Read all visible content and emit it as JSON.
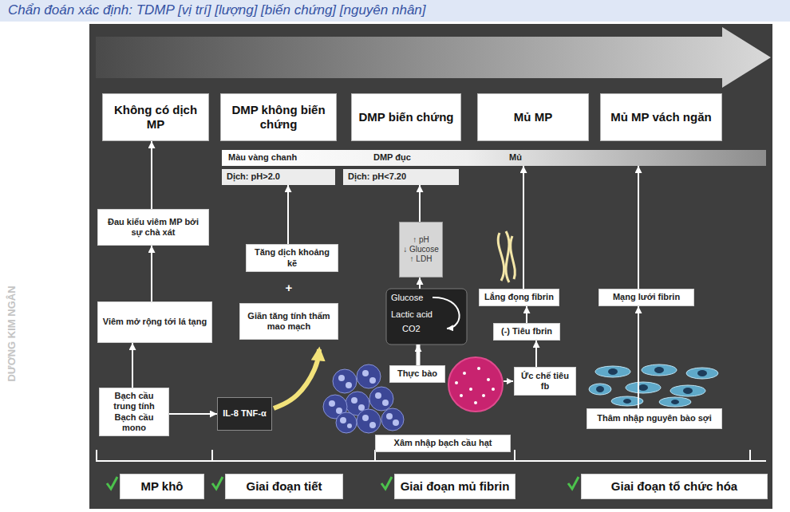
{
  "diagram": {
    "title": "Chẩn đoán xác định: TDMP [vị trí] [lượng] [biến chứng] [nguyên nhân]",
    "nodes": [
      {
        "text": [
          "Không có dịch MP"
        ]
      },
      {
        "text": [
          "DMP không biến chứng"
        ]
      },
      {
        "text": [
          "DMP biến chứng"
        ]
      },
      {
        "text": [
          "Mủ MP"
        ]
      },
      {
        "text": [
          "Mủ MP vách ngăn"
        ]
      },
      {
        "text": [
          "Màu vàng chanh",
          "DMP đục",
          "Mủ"
        ]
      },
      {
        "text": [
          "Dịch: pH>2.0"
        ]
      },
      {
        "text": [
          "Dịch: pH<7.20"
        ]
      },
      {
        "text": [
          "Đau kiểu viêm MP bởi sự chà xát"
        ]
      },
      {
        "text": [
          "↑ pH",
          "↓ Glucose",
          "↑ LDH"
        ]
      },
      {
        "text": [
          "Tăng dịch khoảng kẽ"
        ]
      },
      {
        "text": [
          "Lắng đọng fibrin"
        ]
      },
      {
        "text": [
          "Mạng lưới fibrin"
        ]
      },
      {
        "text": [
          "Glucose",
          "Lactic acid",
          "CO2"
        ]
      },
      {
        "text": [
          "Viêm mở rộng tới lá tạng"
        ]
      },
      {
        "text": [
          "Giãn tăng tính thấm mao mạch"
        ]
      },
      {
        "text": [
          "(-) Tiêu fbrin"
        ]
      },
      {
        "text": [
          "Thực bào"
        ]
      },
      {
        "text": [
          "Ức chế tiêu fb"
        ]
      },
      {
        "text": [
          "Bạch cầu trung tính Bạch cầu mono"
        ]
      },
      {
        "text": [
          "IL-8 TNF-α"
        ]
      },
      {
        "text": [
          "Thâm nhập nguyên bào sợi"
        ]
      },
      {
        "text": [
          "Xâm nhập bạch cầu hạt"
        ]
      },
      {
        "text": [
          "MP khô"
        ]
      },
      {
        "text": [
          "Giai đoạn tiết"
        ]
      },
      {
        "text": [
          "Giai đoạn mủ fibrin"
        ]
      },
      {
        "text": [
          "Giai đoạn tổ chức hóa"
        ]
      }
    ],
    "edges": [
      {
        "from": 19,
        "to": 14,
        "arrow": "to"
      },
      {
        "from": 14,
        "to": 8,
        "arrow": "to"
      },
      {
        "from": 8,
        "to": 0,
        "arrow": "to"
      },
      {
        "from": 19,
        "to": 20,
        "arrow": "to"
      },
      {
        "from": 20,
        "to": 15,
        "arrow": "to"
      },
      {
        "from": 10,
        "to": 6,
        "arrow": "to"
      },
      {
        "from": 17,
        "to": 13,
        "arrow": "to"
      },
      {
        "from": 13,
        "to": 9,
        "arrow": "to"
      },
      {
        "from": 9,
        "to": 7,
        "arrow": "to"
      },
      {
        "from": 18,
        "to": 16,
        "arrow": "to"
      },
      {
        "from": 16,
        "to": 11,
        "arrow": "to"
      },
      {
        "from": 11,
        "to": 5,
        "arrow": "to"
      },
      {
        "from": 12,
        "to": 5,
        "arrow": "to"
      },
      {
        "from": 21,
        "to": 12,
        "arrow": "to"
      }
    ],
    "labels": [
      "+",
      "DƯƠNG KIM NGÂN"
    ]
  }
}
